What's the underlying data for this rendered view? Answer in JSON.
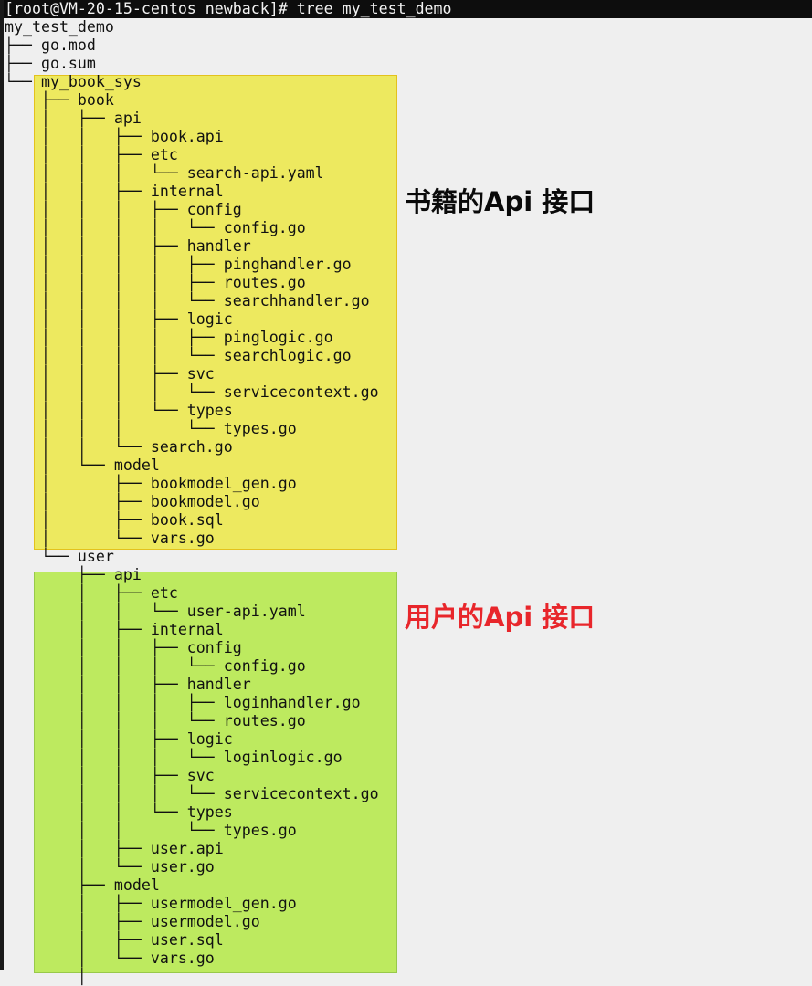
{
  "command": "[root@VM-20-15-centos newback]# tree my_test_demo",
  "lines": [
    "my_test_demo",
    "├── go.mod",
    "├── go.sum",
    "└── my_book_sys",
    "    ├── book",
    "    │   ├── api",
    "    │   │   ├── book.api",
    "    │   │   ├── etc",
    "    │   │   │   └── search-api.yaml",
    "    │   │   ├── internal",
    "    │   │   │   ├── config",
    "    │   │   │   │   └── config.go",
    "    │   │   │   ├── handler",
    "    │   │   │   │   ├── pinghandler.go",
    "    │   │   │   │   ├── routes.go",
    "    │   │   │   │   └── searchhandler.go",
    "    │   │   │   ├── logic",
    "    │   │   │   │   ├── pinglogic.go",
    "    │   │   │   │   └── searchlogic.go",
    "    │   │   │   ├── svc",
    "    │   │   │   │   └── servicecontext.go",
    "    │   │   │   └── types",
    "    │   │   │       └── types.go",
    "    │   │   └── search.go",
    "    │   └── model",
    "    │       ├── bookmodel_gen.go",
    "    │       ├── bookmodel.go",
    "    │       ├── book.sql",
    "    │       └── vars.go",
    "    └── user",
    "        ├── api",
    "        │   ├── etc",
    "        │   │   └── user-api.yaml",
    "        │   ├── internal",
    "        │   │   ├── config",
    "        │   │   │   └── config.go",
    "        │   │   ├── handler",
    "        │   │   │   ├── loginhandler.go",
    "        │   │   │   └── routes.go",
    "        │   │   ├── logic",
    "        │   │   │   └── loginlogic.go",
    "        │   │   ├── svc",
    "        │   │   │   └── servicecontext.go",
    "        │   │   └── types",
    "        │   │       └── types.go",
    "        │   ├── user.api",
    "        │   └── user.go",
    "        ├── model",
    "        │   ├── usermodel_gen.go",
    "        │   ├── usermodel.go",
    "        │   ├── user.sql",
    "        │   └── vars.go",
    "        │"
  ],
  "annotations": {
    "book_label": "书籍的Api 接口",
    "user_label": "用户的Api 接口"
  },
  "colors": {
    "book_highlight": "#ede95f",
    "user_highlight": "#bdea5f",
    "user_label": "#e8262b"
  }
}
